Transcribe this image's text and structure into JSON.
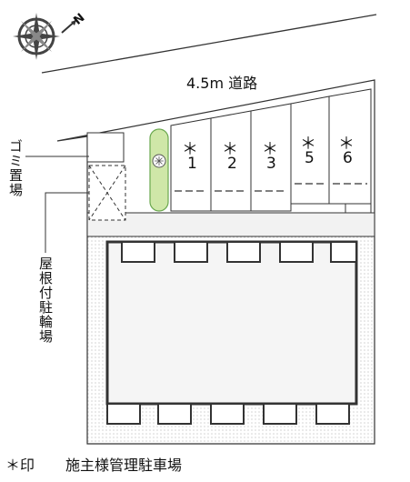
{
  "road": {
    "label": "4.5m 道路"
  },
  "compass": {
    "label": "N"
  },
  "callouts": {
    "garbage": "ゴミ置場",
    "bicycle": "屋根付駐輪場"
  },
  "parking": {
    "symbol": "＊",
    "spaces": [
      "1",
      "2",
      "3",
      "5",
      "6"
    ]
  },
  "legend": {
    "symbol": "＊印",
    "text": "施主様管理駐車場"
  },
  "colors": {
    "line": "#333333",
    "dots": "#9a9a9a",
    "planter_fill": "#cfe7a8",
    "planter_stroke": "#6aa84f",
    "roof": "#f5f5f5"
  }
}
